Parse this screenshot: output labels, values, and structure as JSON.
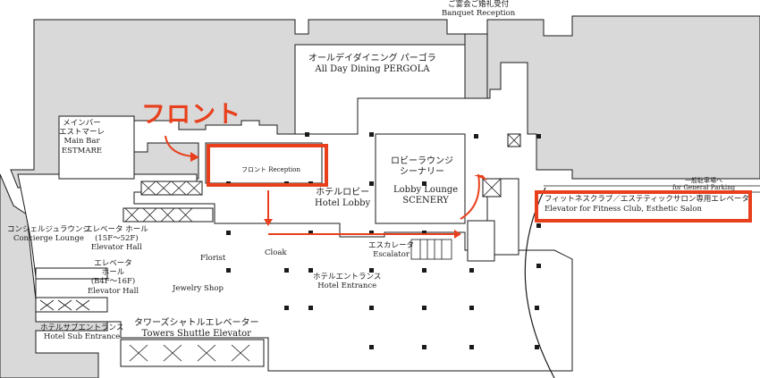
{
  "map": {
    "callout": "フロント",
    "labels": {
      "banquet": [
        "ご宴会ご婚礼受付",
        "Banquet Reception"
      ],
      "pergola": [
        "オールデイダイニング パーゴラ",
        "All Day Dining PERGOLA"
      ],
      "mainbar": [
        "メインバー",
        "エストマーレ",
        "Main Bar",
        "ESTMARE"
      ],
      "front": [
        "フロント Reception"
      ],
      "lobby": [
        "ホテルロビー",
        "Hotel Lobby"
      ],
      "lobbylounge_jp": [
        "ロビーラウンジ",
        "シーナリー"
      ],
      "lobbylounge_en": [
        "Lobby Lounge",
        "SCENERY"
      ],
      "parking": [
        "一般駐車場へ",
        "for General Parking"
      ],
      "fitness": [
        "フィットネスクラブ／エステティックサロン専用エレベータ",
        "Elevator for Fitness Club, Esthetic Salon"
      ],
      "concierge": [
        "コンシェルジュラウンジ",
        "Concierge Lounge"
      ],
      "elev_upper": [
        "エレベータ ホール",
        "(15F～52F)",
        "Elevator Hall"
      ],
      "escalator": [
        "エスカレータ",
        "Escalator"
      ],
      "florist": [
        "Florist"
      ],
      "cloak": [
        "Cloak"
      ],
      "elev_lower": [
        "エレベータ",
        "ホール",
        "(B4F～16F)",
        "Elevator Hall"
      ],
      "jewelry": [
        "Jewelry Shop"
      ],
      "entrance": [
        "ホテルエントランス",
        "Hotel Entrance"
      ],
      "subentrance": [
        "ホテルサブエントランス",
        "Hotel Sub Entrance"
      ],
      "shuttle": [
        "タワーズシャトルエレベーター",
        "Towers Shuttle Elevator"
      ]
    }
  },
  "colors": {
    "highlight": "#e8401c",
    "floor": "#d9d9d9",
    "wall": "#1a1a1a"
  }
}
